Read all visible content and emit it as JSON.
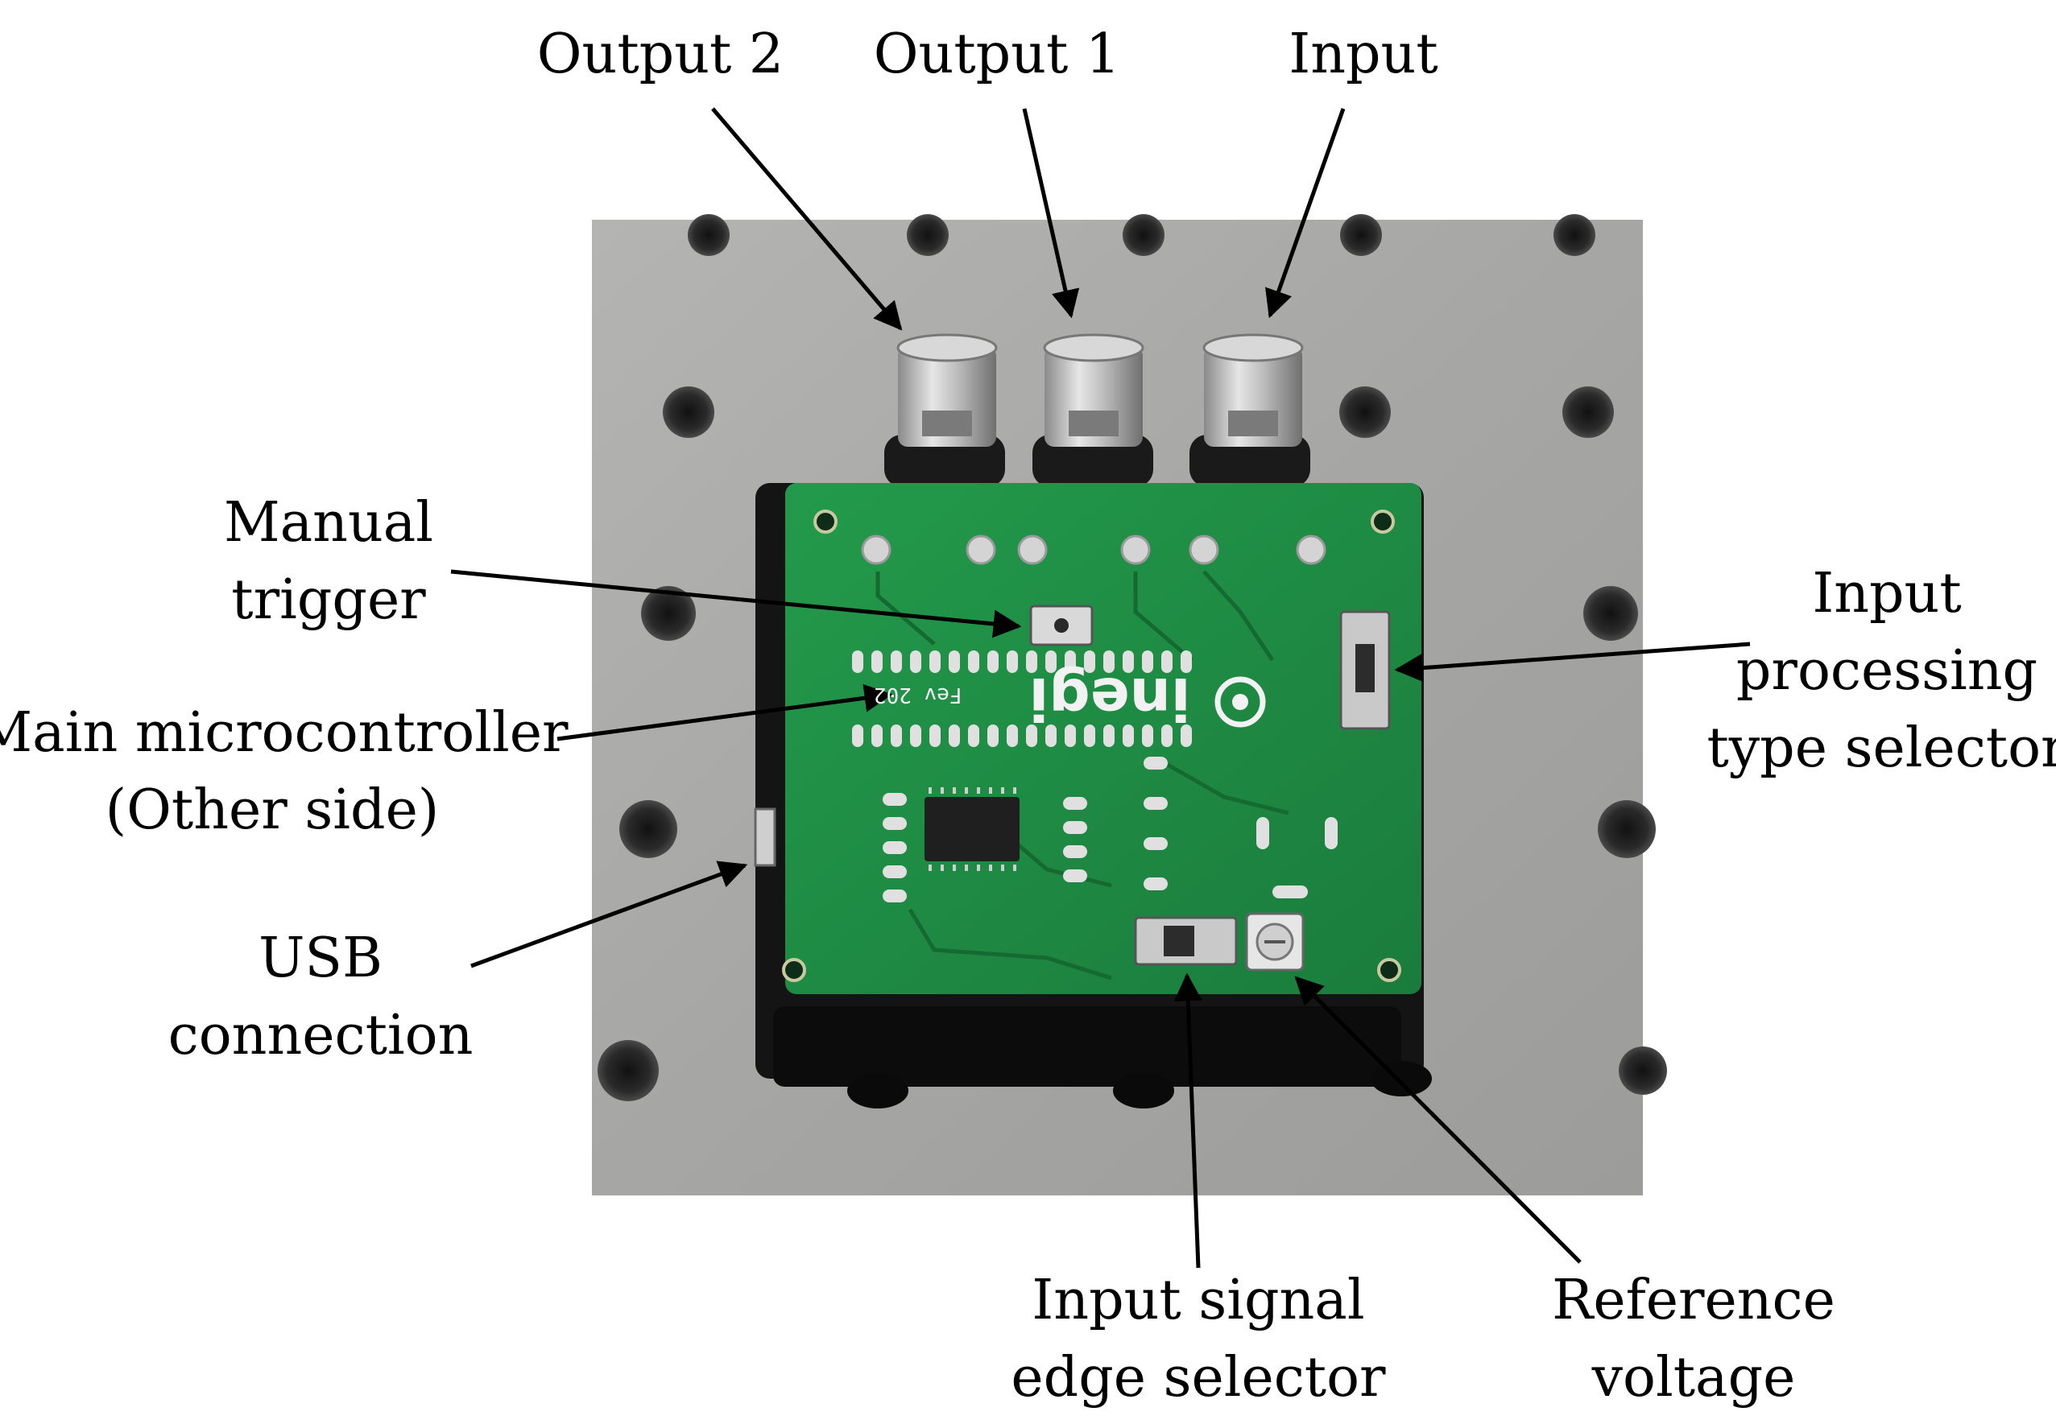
{
  "colors": {
    "background": "#ffffff",
    "plate": "#a9a9a7",
    "plate_hole": "#2b2b2b",
    "enclosure": "#151515",
    "pcb": "#1f8a43",
    "pcb_dark": "#176d34",
    "pad": "#d7d7d7",
    "chip": "#222222",
    "connector_metal": "#bcbcbc",
    "silkscreen": "#f2f2f2",
    "arrow": "#000000"
  },
  "labels": {
    "output2": "Output 2",
    "output1": "Output 1",
    "input": "Input",
    "manual_trigger": [
      "Manual",
      "trigger"
    ],
    "main_microcontroller": [
      "Main microcontroller",
      "(Other side)"
    ],
    "usb_connection": [
      "USB",
      "connection"
    ],
    "input_processing": [
      "Input",
      "processing",
      "type selector"
    ],
    "input_signal_edge": [
      "Input signal",
      "edge selector"
    ],
    "reference_voltage": [
      "Reference",
      "voltage"
    ]
  },
  "board": {
    "logo_text": "inegi",
    "silk_text": "Fev 202"
  }
}
